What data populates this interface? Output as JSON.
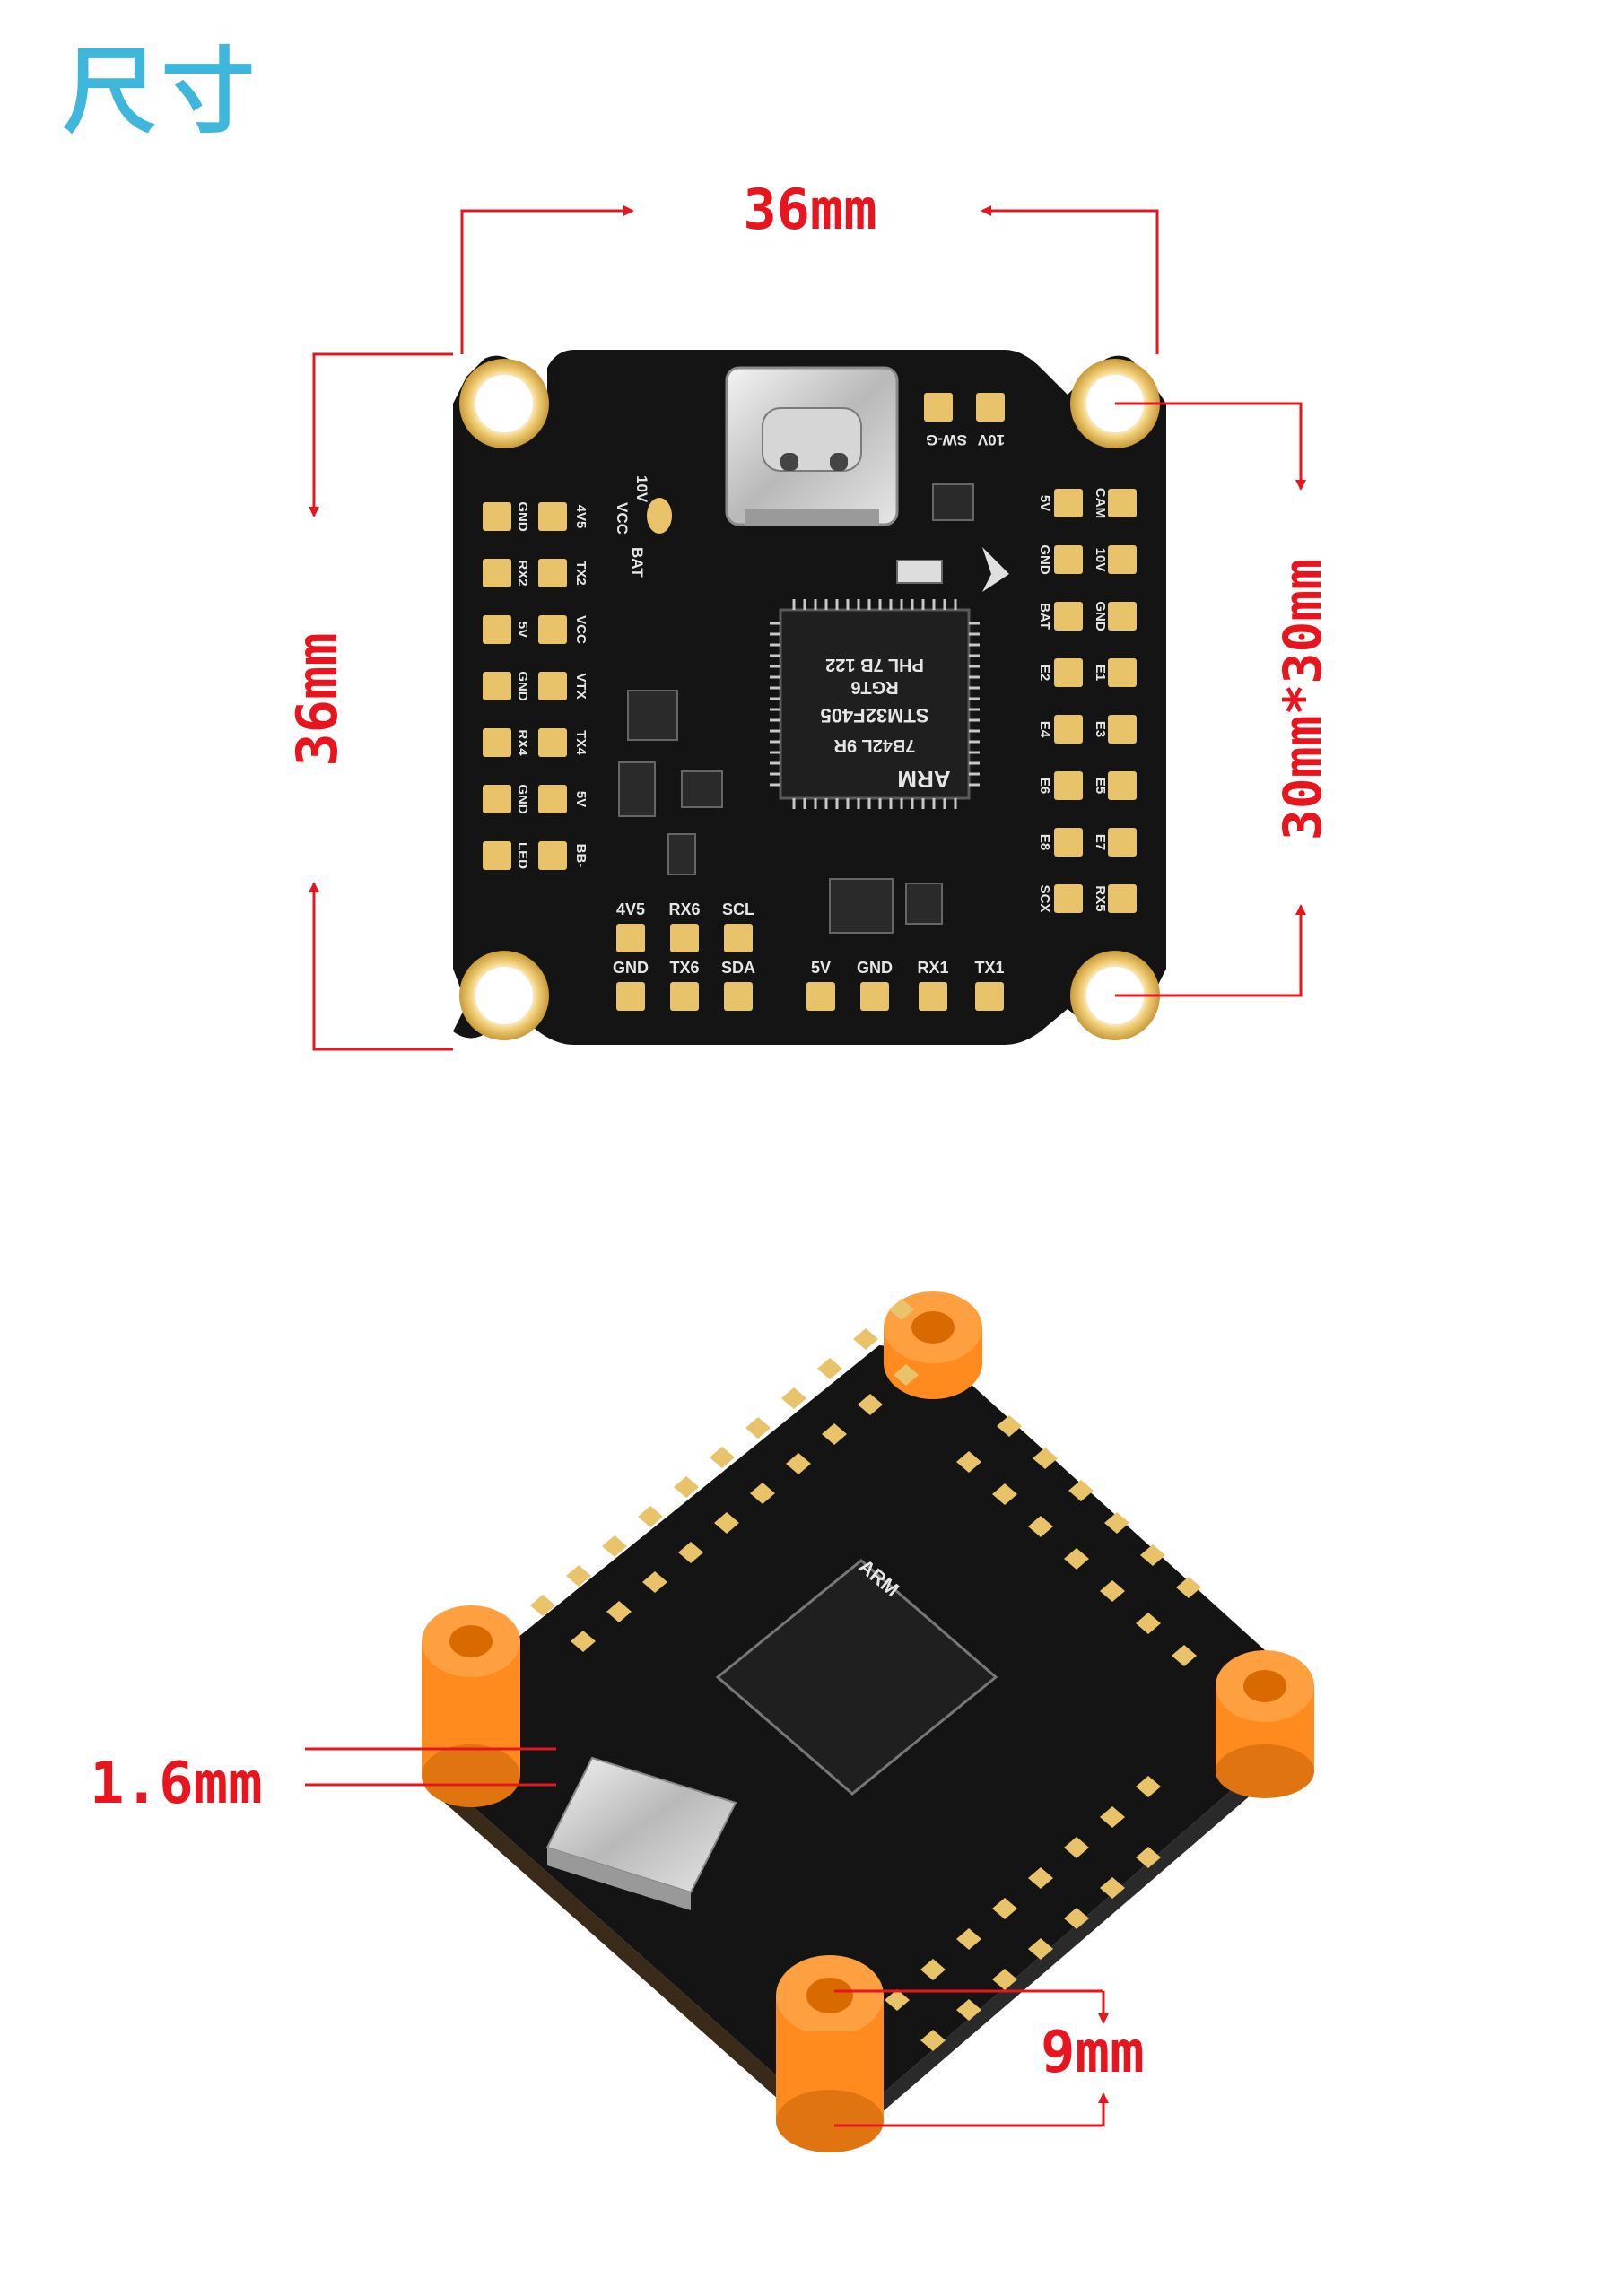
{
  "title": "尺寸",
  "colors": {
    "title": "#3fb6dc",
    "dimension_lines": "#e8141e",
    "pcb": "#141414",
    "pads": "#e8c36a",
    "standoffs": "#ff8a1e"
  },
  "top_view": {
    "width_label": "36mm",
    "height_label": "36mm",
    "mount_label": "30mm*30mm",
    "left_pads": [
      [
        "GND",
        "4V5"
      ],
      [
        "RX2",
        "TX2"
      ],
      [
        "5V",
        "VCC"
      ],
      [
        "GND",
        "VTX"
      ],
      [
        "RX4",
        "TX4"
      ],
      [
        "GND",
        "5V"
      ],
      [
        "LED",
        "BB-"
      ]
    ],
    "right_pads": [
      [
        "5V",
        "CAM"
      ],
      [
        "GND",
        "10V"
      ],
      [
        "BAT",
        "GND"
      ],
      [
        "E2",
        "E1"
      ],
      [
        "E4",
        "E3"
      ],
      [
        "E6",
        "E5"
      ],
      [
        "E8",
        "E7"
      ],
      [
        "SCX",
        "RX5"
      ]
    ],
    "bottom_pad_labels_top": [
      "4V5",
      "RX6",
      "SCL"
    ],
    "bottom_pad_labels": [
      "GND",
      "TX6",
      "SDA",
      "5V",
      "GND",
      "RX1",
      "TX1"
    ],
    "top_pad_labels": [
      "SW-G",
      "10V"
    ],
    "usb_side_labels": [
      "10V",
      "VCC",
      "BAT"
    ],
    "chip_text": [
      "STM32F405",
      "RGT6",
      "7B42L 9R",
      "PHL 7B 122",
      "ARM"
    ]
  },
  "side_view": {
    "thickness_label": "1.6mm",
    "stack_label": "9mm"
  }
}
